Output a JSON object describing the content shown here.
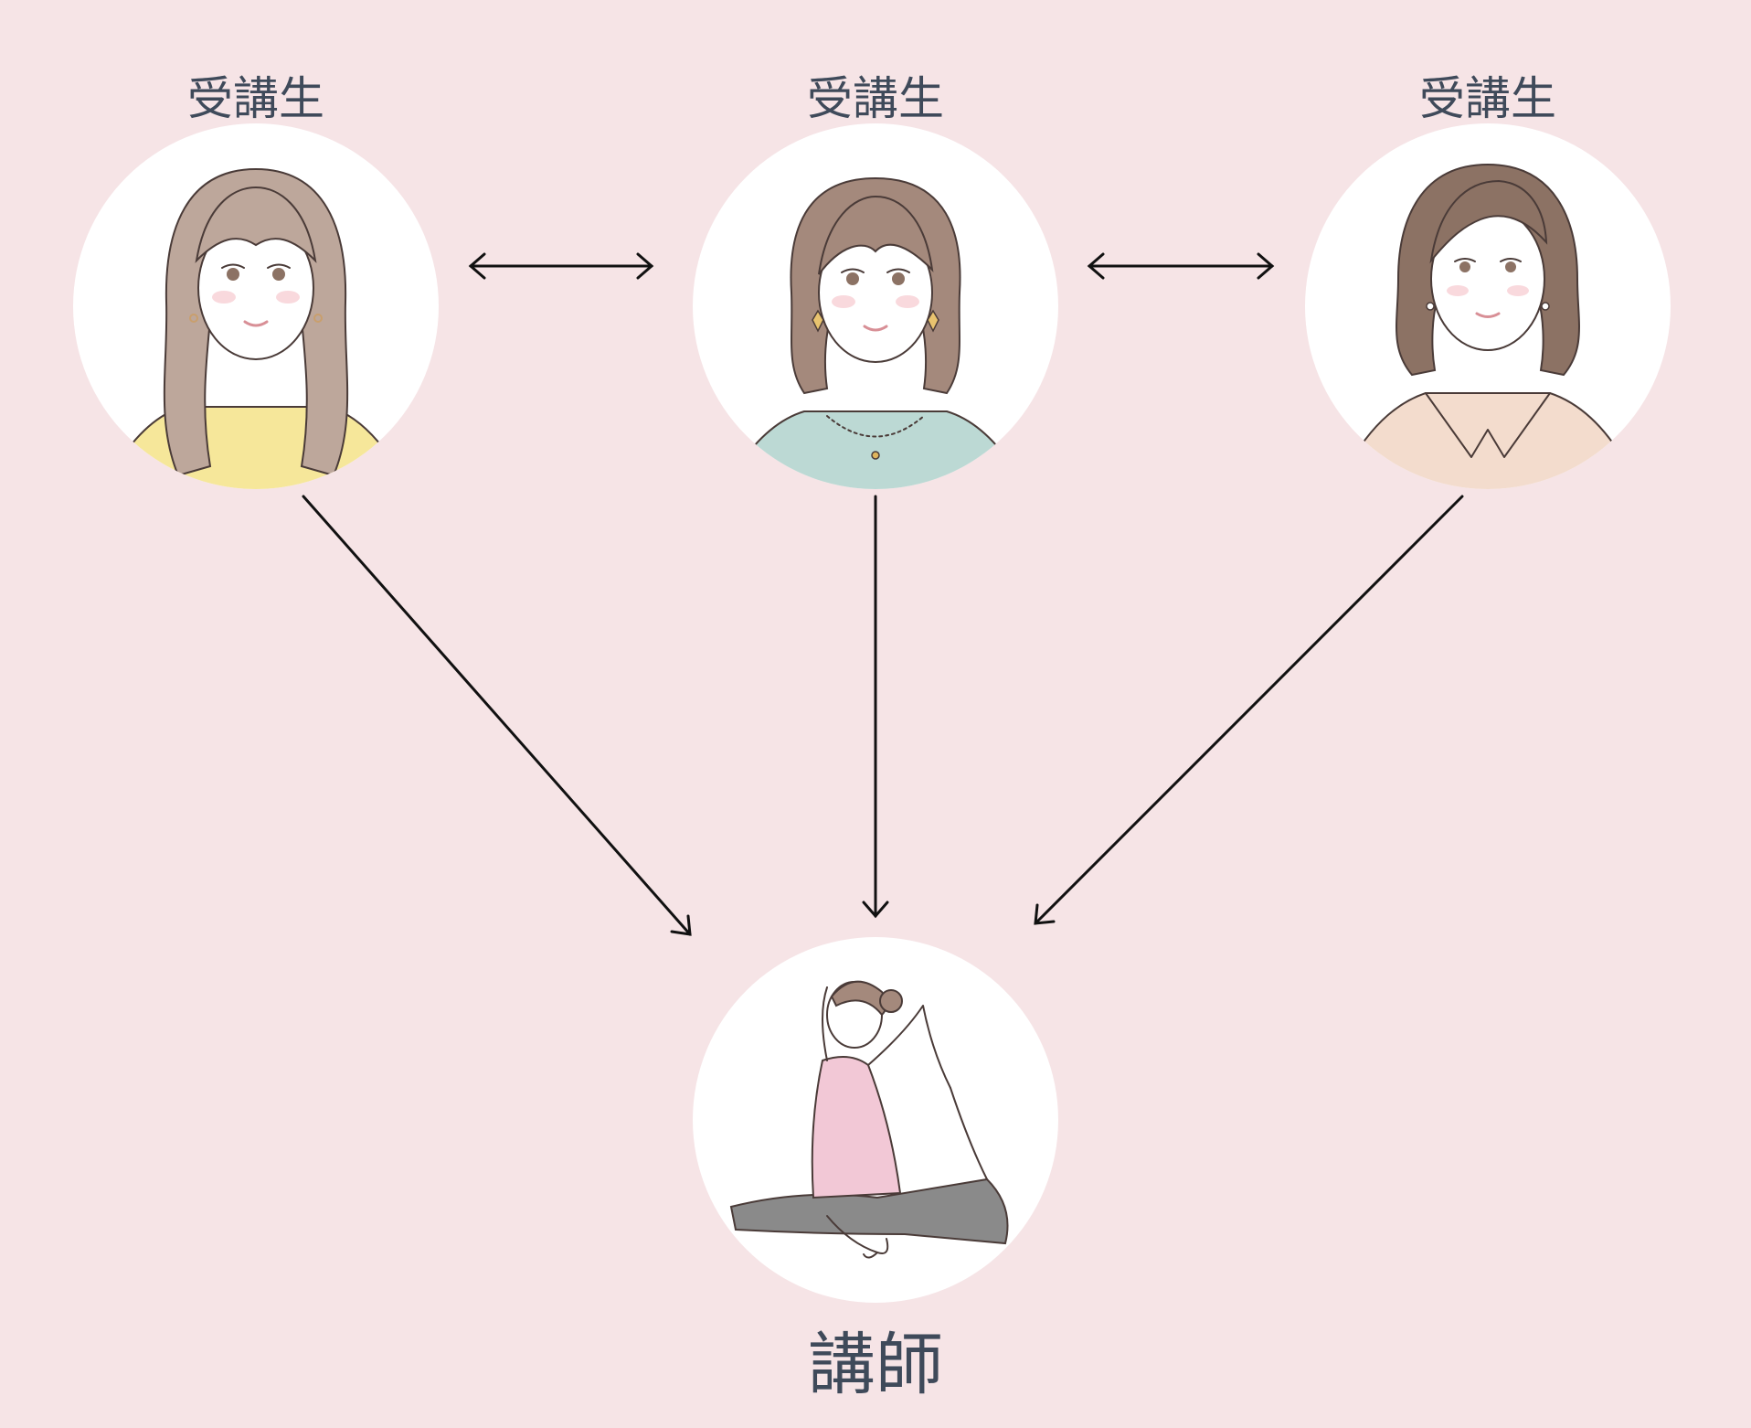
{
  "labels": {
    "student_left": "受講生",
    "student_center": "受講生",
    "student_right": "受講生",
    "instructor": "講師"
  },
  "colors": {
    "background": "#f6e4e6",
    "circle": "#ffffff",
    "label_text": "#3f4a5a",
    "arrow": "#111111",
    "shirt_yellow": "#f6e79a",
    "shirt_teal": "#bcd9d4",
    "shirt_peach": "#f3dccd",
    "hair_light": "#bda79b",
    "hair_mid": "#a4897c",
    "hair_dark": "#8c7264",
    "tank_pink": "#f2c8d6",
    "leggings_gray": "#8a8a8a"
  },
  "icons": {
    "student_left": "student-long-hair-avatar",
    "student_center": "student-bob-hair-avatar",
    "student_right": "student-wavy-hair-avatar",
    "instructor": "yoga-instructor-avatar"
  }
}
